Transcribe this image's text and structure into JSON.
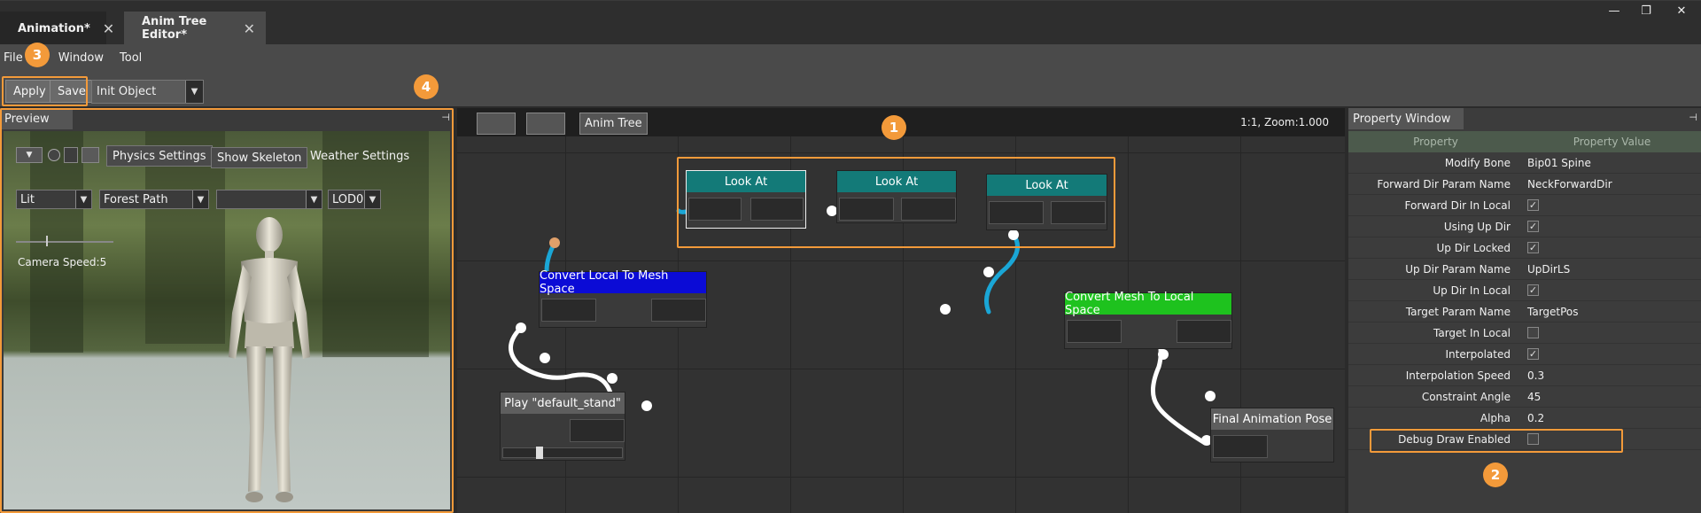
{
  "tabs": [
    {
      "label": "Animation*",
      "active": false
    },
    {
      "label": "Anim Tree Editor*",
      "active": true
    }
  ],
  "window_controls": {
    "minimize": "—",
    "restore": "❐",
    "close": "✕"
  },
  "menu": [
    "File",
    "Window",
    "Tool"
  ],
  "toolbar": {
    "apply_label": "Apply",
    "save_label": "Save",
    "object_select": "Init Object"
  },
  "badges": [
    "1",
    "2",
    "3",
    "4"
  ],
  "preview": {
    "title": "Preview",
    "physics_settings": "Physics Settings",
    "show_skeleton": "Show Skeleton",
    "weather_settings": "Weather Settings",
    "render_mode": "Lit",
    "environment": "Forest Path",
    "empty_select": "",
    "lod": "LOD0",
    "camera_speed": "Camera Speed:5"
  },
  "graph": {
    "back_label": "",
    "forward_label": "",
    "breadcrumb": "Anim Tree",
    "zoom": "1:1, Zoom:1.000",
    "nodes": {
      "look_at_1": "Look At",
      "look_at_2": "Look At",
      "look_at_3": "Look At",
      "convert_local_to_mesh": "Convert Local To Mesh Space",
      "convert_mesh_to_local": "Convert Mesh To Local Space",
      "play_stand": "Play \"default_stand\"",
      "final_pose": "Final Animation Pose"
    },
    "colors": {
      "look_at": "#137a78",
      "local_to_mesh": "#0b0bd6",
      "mesh_to_local": "#1ec21e",
      "play": "#5e5e5e",
      "final": "#5e5e5e",
      "wire": "#1aa6d6"
    }
  },
  "property_window": {
    "title": "Property Window",
    "col_property": "Property",
    "col_value": "Property Value",
    "rows": [
      {
        "name": "Modify Bone",
        "value": "Bip01 Spine"
      },
      {
        "name": "Forward Dir Param Name",
        "value": "NeckForwardDir"
      },
      {
        "name": "Forward Dir In Local",
        "value": "✓"
      },
      {
        "name": "Using Up Dir",
        "value": "✓"
      },
      {
        "name": "Up Dir Locked",
        "value": "✓"
      },
      {
        "name": "Up Dir Param Name",
        "value": "UpDirLS"
      },
      {
        "name": "Up Dir In Local",
        "value": "✓"
      },
      {
        "name": "Target Param Name",
        "value": "TargetPos"
      },
      {
        "name": "Target In Local",
        "value": ""
      },
      {
        "name": "Interpolated",
        "value": "✓"
      },
      {
        "name": "Interpolation Speed",
        "value": "0.3"
      },
      {
        "name": "Constraint Angle",
        "value": "45"
      },
      {
        "name": "Alpha",
        "value": "0.2"
      },
      {
        "name": "Debug Draw Enabled",
        "value": ""
      }
    ]
  }
}
